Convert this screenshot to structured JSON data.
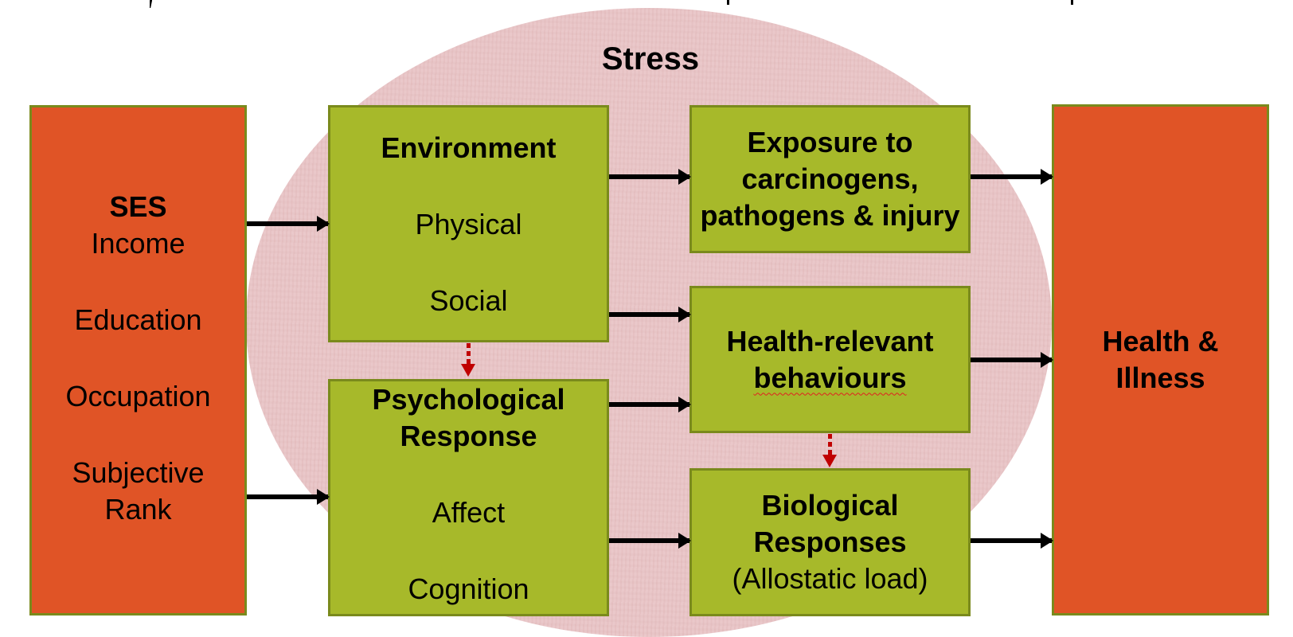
{
  "diagram": {
    "type": "flow-diagram",
    "colors": {
      "orange_box": "#e05426",
      "green_box": "#a7b92a",
      "box_border": "#7a8a1c",
      "stress_ellipse": "#e9c5c7",
      "solid_arrow": "#000000",
      "dashed_arrow": "#c00000"
    },
    "stress": {
      "label": "Stress"
    },
    "ses": {
      "title": "SES",
      "items": [
        "Income",
        "Education",
        "Occupation",
        "Subjective",
        "Rank"
      ]
    },
    "environment": {
      "title": "Environment",
      "items": [
        "Physical",
        "Social"
      ]
    },
    "psychological": {
      "title_line1": "Psychological",
      "title_line2": "Response",
      "items": [
        "Affect",
        "Cognition"
      ]
    },
    "exposure": {
      "line1": "Exposure to",
      "line2": "carcinogens,",
      "line3": "pathogens & injury"
    },
    "behaviours": {
      "line1": "Health-relevant",
      "line2": "behaviours"
    },
    "biological": {
      "line1": "Biological",
      "line2": "Responses",
      "line3": "(Allostatic load)"
    },
    "outcome": {
      "line1": "Health &",
      "line2": "Illness"
    },
    "edges": [
      {
        "from": "SES",
        "to": "Environment",
        "style": "solid"
      },
      {
        "from": "SES",
        "to": "Psychological Response",
        "style": "solid"
      },
      {
        "from": "Environment",
        "to": "Exposure to carcinogens, pathogens & injury",
        "style": "solid"
      },
      {
        "from": "Environment",
        "to": "Health-relevant behaviours",
        "style": "solid"
      },
      {
        "from": "Environment",
        "to": "Psychological Response",
        "style": "dashed"
      },
      {
        "from": "Psychological Response",
        "to": "Health-relevant behaviours",
        "style": "solid"
      },
      {
        "from": "Psychological Response",
        "to": "Biological Responses",
        "style": "solid"
      },
      {
        "from": "Health-relevant behaviours",
        "to": "Biological Responses",
        "style": "dashed"
      },
      {
        "from": "Exposure to carcinogens, pathogens & injury",
        "to": "Health & Illness",
        "style": "solid"
      },
      {
        "from": "Health-relevant behaviours",
        "to": "Health & Illness",
        "style": "solid"
      },
      {
        "from": "Biological Responses",
        "to": "Health & Illness",
        "style": "solid"
      }
    ]
  }
}
